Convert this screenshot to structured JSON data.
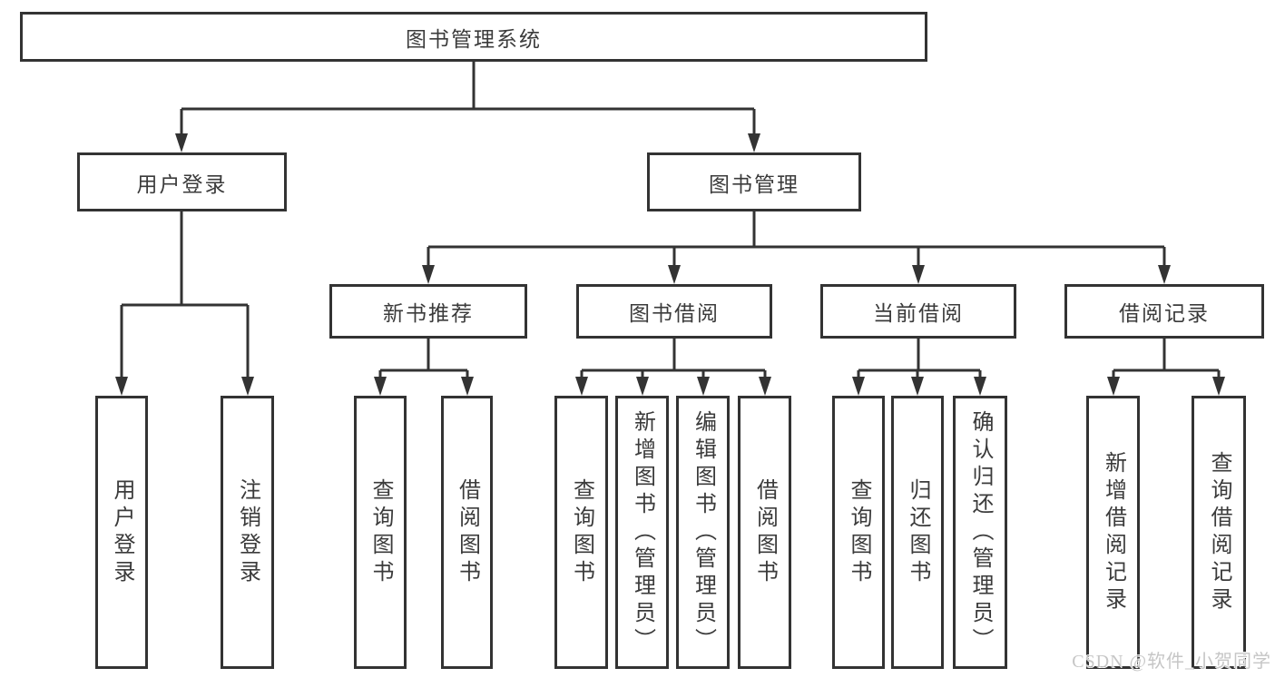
{
  "tree": {
    "root": {
      "label": "图书管理系统",
      "children": [
        {
          "label": "用户登录",
          "children": [
            {
              "label": "用户登录"
            },
            {
              "label": "注销登录"
            }
          ]
        },
        {
          "label": "图书管理",
          "children": [
            {
              "label": "新书推荐",
              "children": [
                {
                  "label": "查询图书"
                },
                {
                  "label": "借阅图书"
                }
              ]
            },
            {
              "label": "图书借阅",
              "children": [
                {
                  "label": "查询图书"
                },
                {
                  "label": "新增图书（管理员）"
                },
                {
                  "label": "编辑图书（管理员）"
                },
                {
                  "label": "借阅图书"
                }
              ]
            },
            {
              "label": "当前借阅",
              "children": [
                {
                  "label": "查询图书"
                },
                {
                  "label": "归还图书"
                },
                {
                  "label": "确认归还（管理员）"
                }
              ]
            },
            {
              "label": "借阅记录",
              "children": [
                {
                  "label": "新增借阅记录"
                },
                {
                  "label": "查询借阅记录"
                }
              ]
            }
          ]
        }
      ]
    }
  },
  "watermark": {
    "text": "CSDN @软件_小贺同学"
  },
  "colors": {
    "line": "#333333",
    "border": "#333333",
    "text": "#3b3b3b",
    "box_bg": "#ffffff",
    "background": "#ffffff",
    "watermark": "#c6c6c6"
  }
}
